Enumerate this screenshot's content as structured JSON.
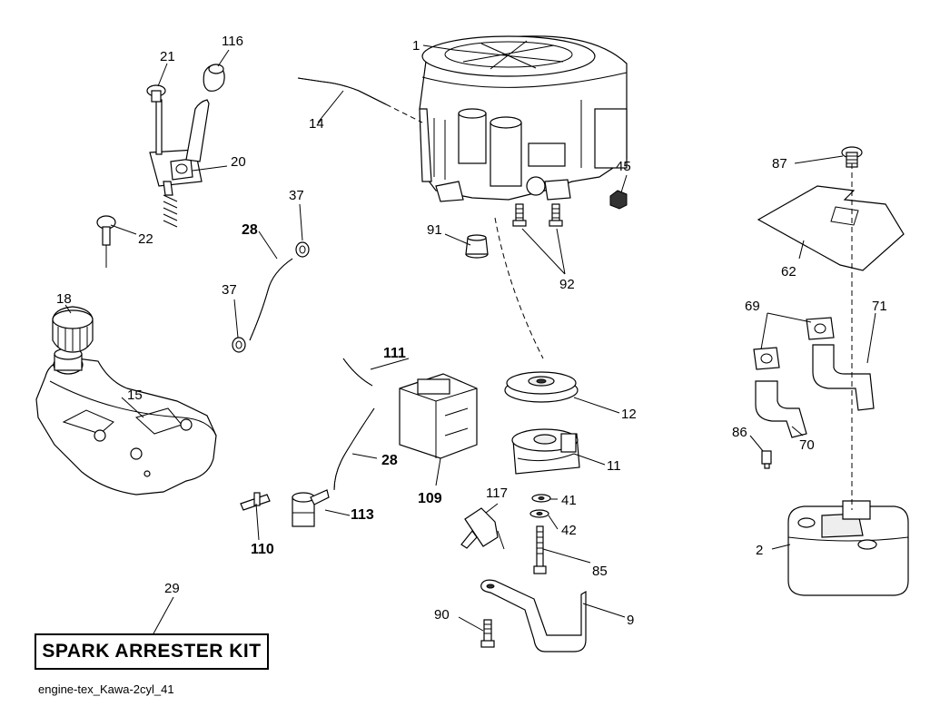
{
  "labels": {
    "p1": "1",
    "p2": "2",
    "p9": "9",
    "p11": "11",
    "p12": "12",
    "p14": "14",
    "p15": "15",
    "p18": "18",
    "p20": "20",
    "p21": "21",
    "p22": "22",
    "p28a": "28",
    "p28b": "28",
    "p29": "29",
    "p37a": "37",
    "p37b": "37",
    "p41": "41",
    "p42": "42",
    "p45": "45",
    "p62": "62",
    "p69": "69",
    "p70": "70",
    "p71": "71",
    "p85": "85",
    "p86": "86",
    "p87": "87",
    "p90": "90",
    "p91": "91",
    "p92": "92",
    "p109": "109",
    "p110": "110",
    "p111": "111",
    "p113": "113",
    "p116": "116",
    "p117": "117"
  },
  "kit_label": "SPARK ARRESTER KIT",
  "footer": "engine-tex_Kawa-2cyl_41"
}
